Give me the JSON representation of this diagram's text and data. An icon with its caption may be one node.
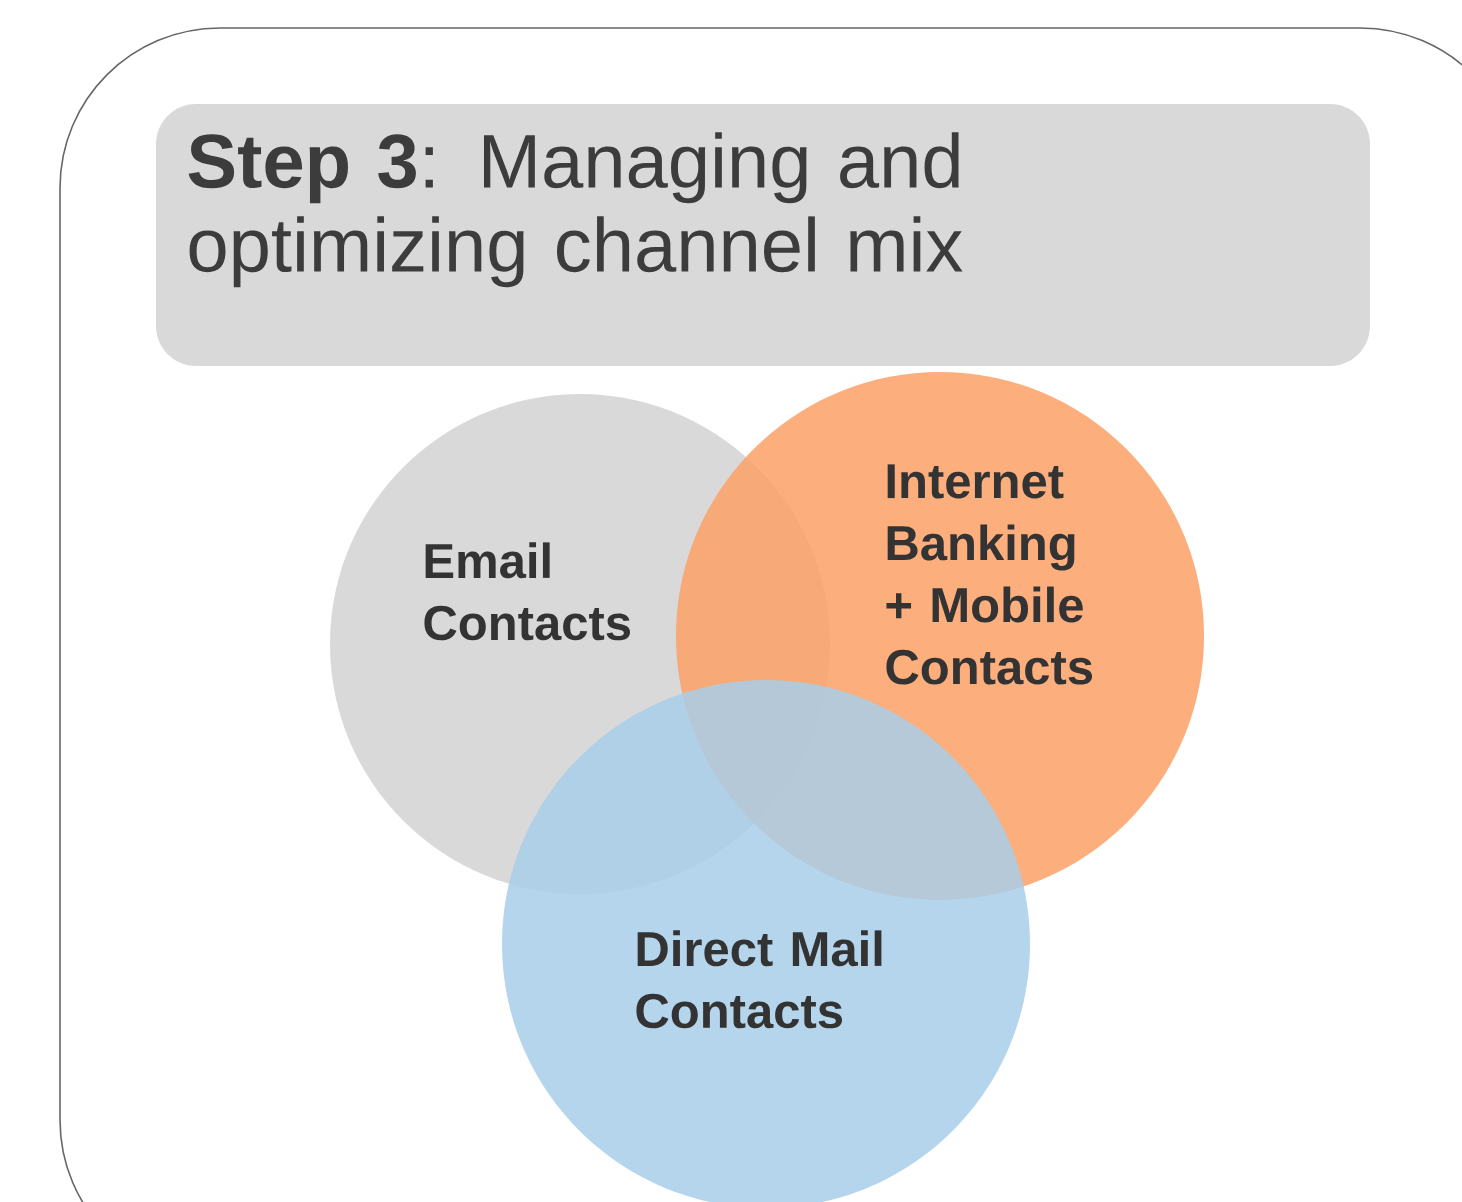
{
  "diagram": {
    "title": "**Step 3**: Managing and optimizing channel mix",
    "nodes": [
      {
        "text": [
          "Email Contacts"
        ]
      },
      {
        "text": [
          "Internet Banking + Mobile Contacts"
        ]
      },
      {
        "text": [
          "Direct Mail Contacts"
        ]
      }
    ]
  }
}
